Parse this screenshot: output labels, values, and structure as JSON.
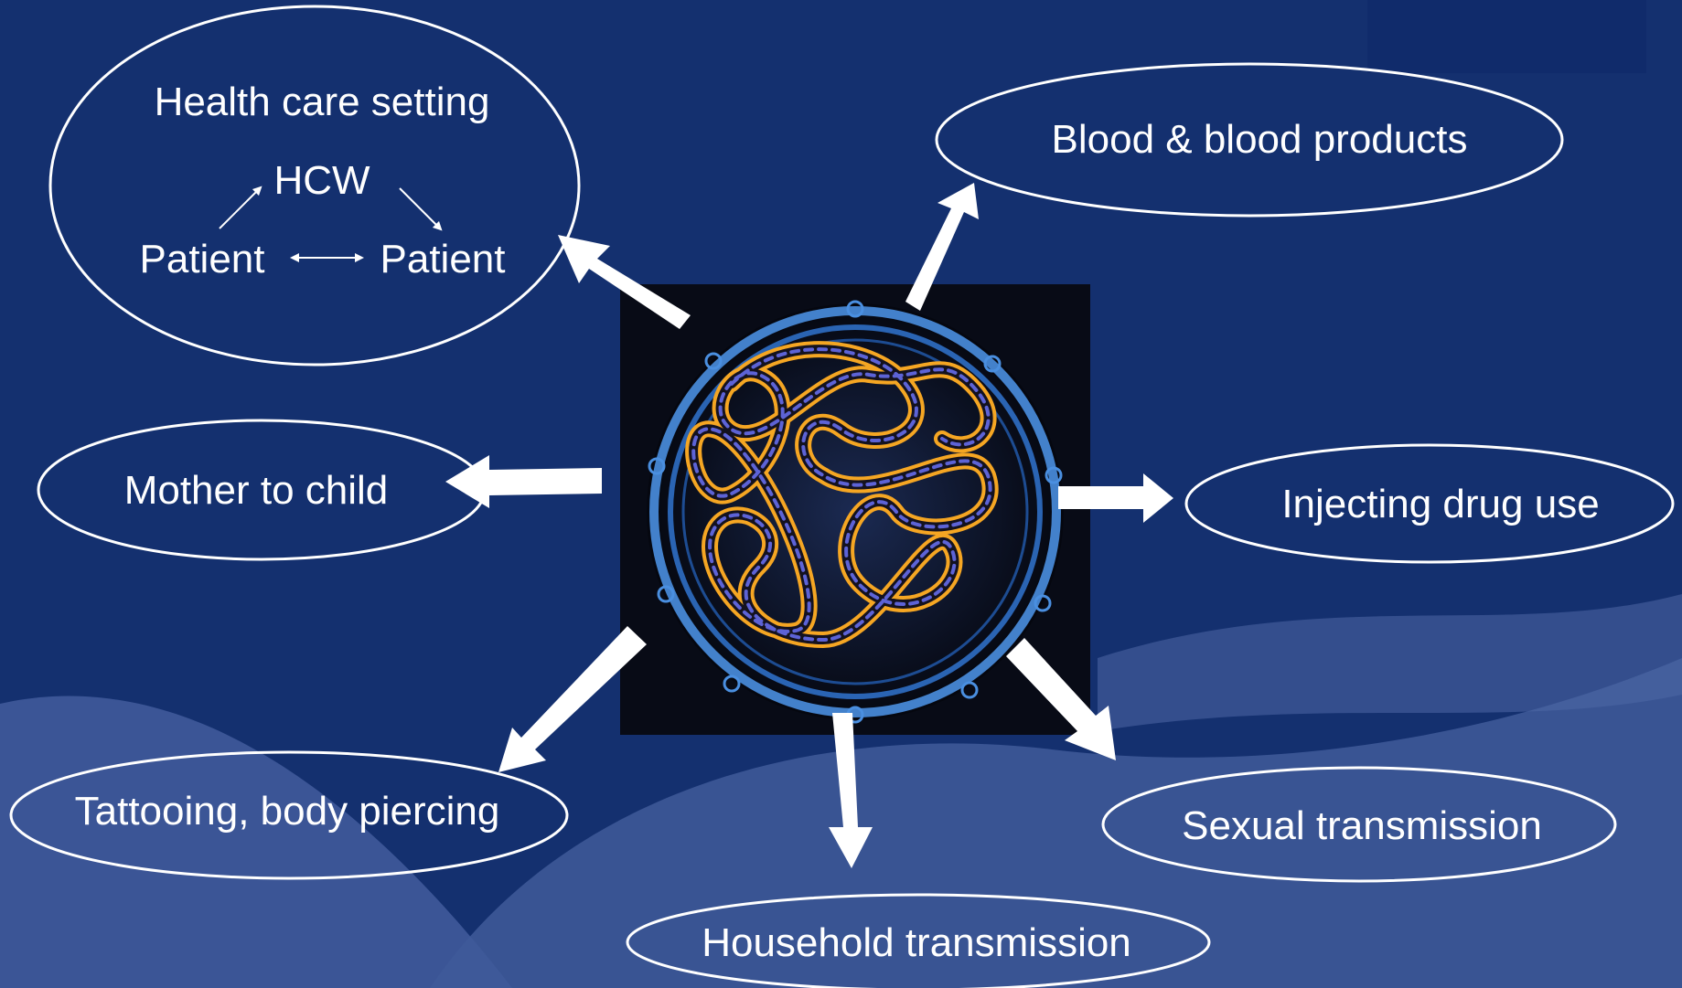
{
  "colors": {
    "background": "#14306f",
    "wave": "#3f5a9a",
    "text": "#ffffff",
    "virus_core": "#f5a623",
    "virus_shell": "#4a8fe0"
  },
  "center_image": {
    "icon": "virus-particle-icon"
  },
  "nodes": {
    "health_care": {
      "title": "Health care setting",
      "hcw": "HCW",
      "patient_left": "Patient",
      "patient_right": "Patient"
    },
    "blood": {
      "label": "Blood & blood products"
    },
    "mother": {
      "label": "Mother to child"
    },
    "injecting": {
      "label": "Injecting drug use"
    },
    "tattoo": {
      "label": "Tattooing, body piercing"
    },
    "sexual": {
      "label": "Sexual transmission"
    },
    "household": {
      "label": "Household transmission"
    }
  }
}
